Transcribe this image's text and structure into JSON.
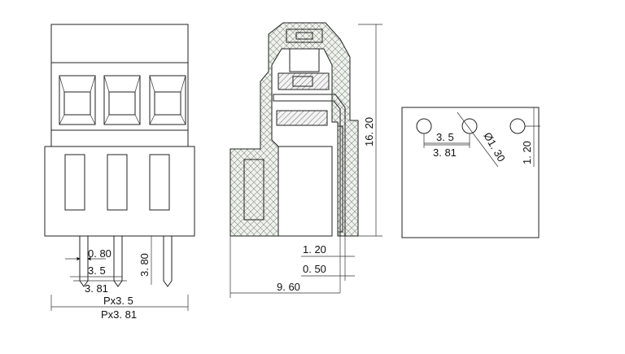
{
  "front_view": {
    "dim_pin_width": "0. 80",
    "dim_pin_pitch_a": "3. 5",
    "dim_pin_pitch_b": "3. 81",
    "dim_pin_length": "3. 80",
    "dim_total_a": "Px3. 5",
    "dim_total_b": "Px3. 81"
  },
  "side_view": {
    "dim_height": "16. 20",
    "dim_pin_thickness": "1. 20",
    "dim_pin_offset": "0. 50",
    "dim_width": "9. 60"
  },
  "bottom_view": {
    "dim_pitch_a": "3. 5",
    "dim_pitch_b": "3. 81",
    "dim_hole_dia": "Ø1. 30",
    "dim_hole_offset": "1. 20"
  }
}
